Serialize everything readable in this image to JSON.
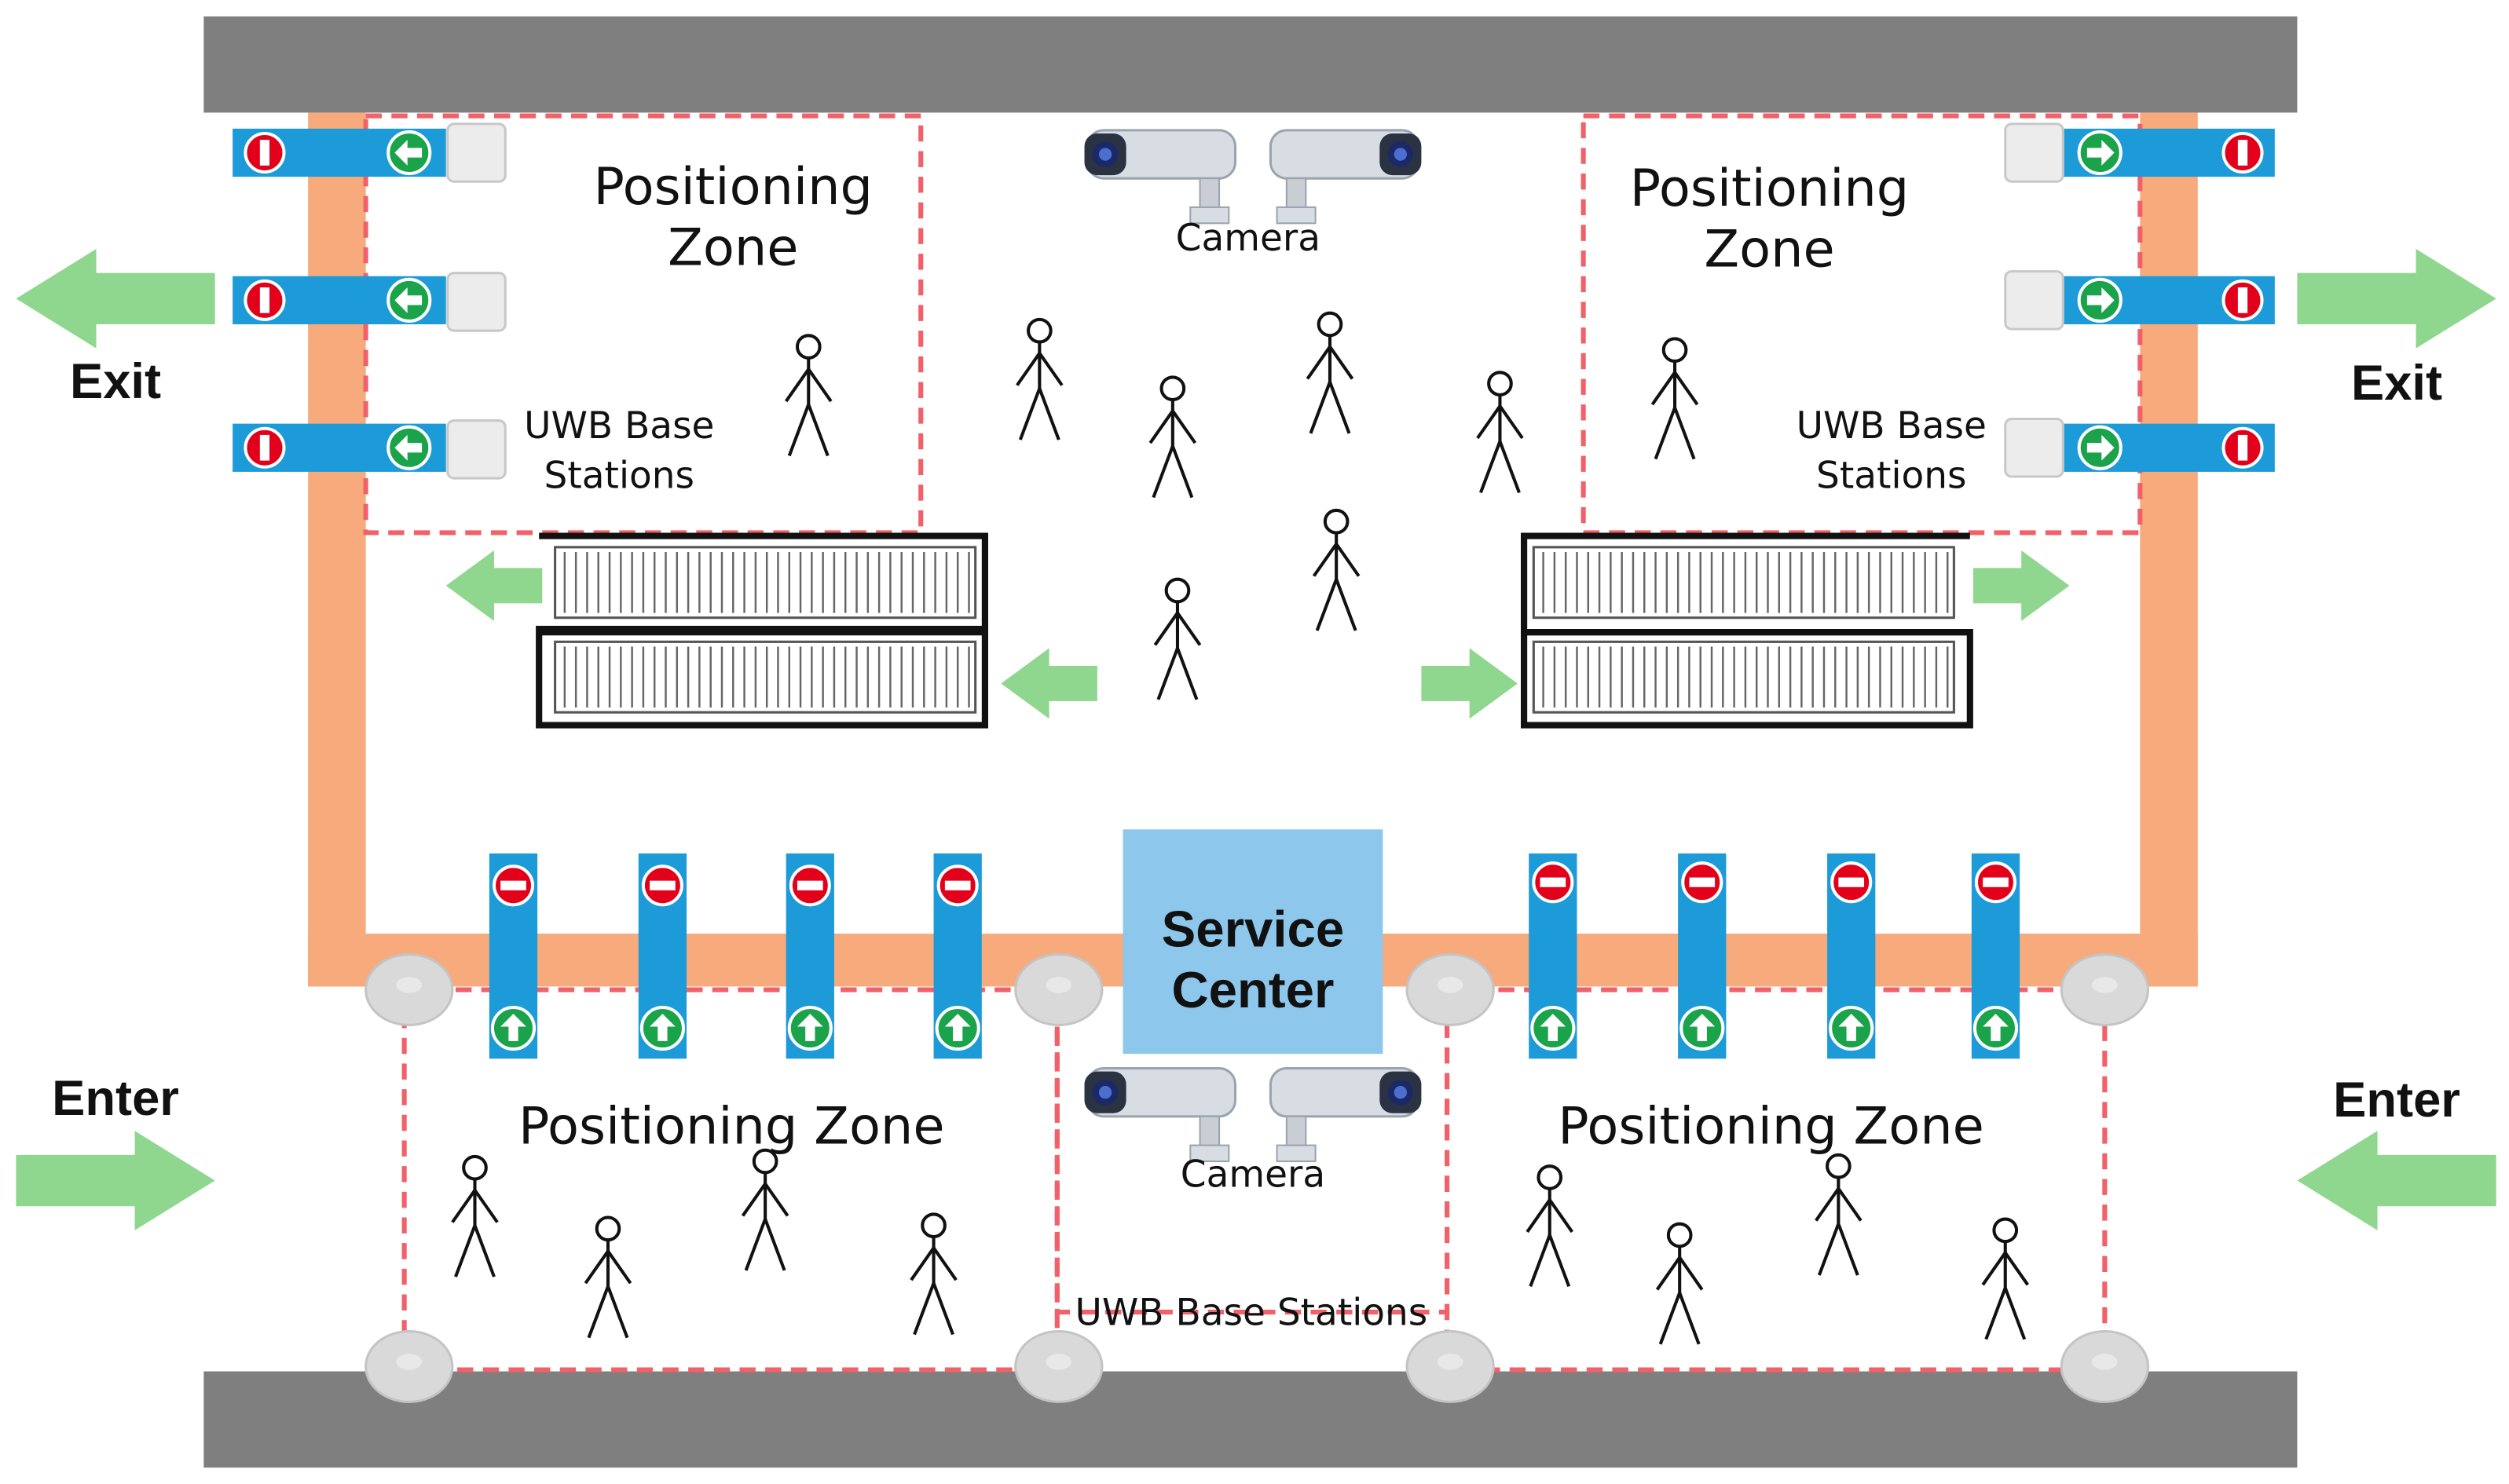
{
  "colors": {
    "wall": "#7f7f7f",
    "fence": "#f7aa7c",
    "gate": "#1d9bd8",
    "zone_border": "#f0616a",
    "service": "#8ec7ec",
    "arrow": "#8fd68f",
    "stop": "#e2001a",
    "go": "#1aa34a"
  },
  "labels": {
    "zone_tl_1": "Positioning",
    "zone_tl_2": "Zone",
    "zone_tr_1": "Positioning",
    "zone_tr_2": "Zone",
    "zone_bl": "Positioning Zone",
    "zone_br": "Positioning Zone",
    "camera_top": "Camera",
    "camera_bottom": "Camera",
    "uwb_left_1": "UWB Base",
    "uwb_left_2": "Stations",
    "uwb_right_1": "UWB Base",
    "uwb_right_2": "Stations",
    "uwb_bottom": "UWB Base Stations",
    "service_1": "Service",
    "service_2": "Center",
    "exit_left": "Exit",
    "exit_right": "Exit",
    "enter_left": "Enter",
    "enter_right": "Enter"
  },
  "icons": {
    "stop": "no-entry-icon",
    "go": "arrow-icon",
    "camera": "camera-icon",
    "person": "person-icon",
    "uwb_wall": "uwb-base-station-icon",
    "uwb_ceiling": "uwb-ceiling-station-icon",
    "escalator": "escalator-icon"
  }
}
